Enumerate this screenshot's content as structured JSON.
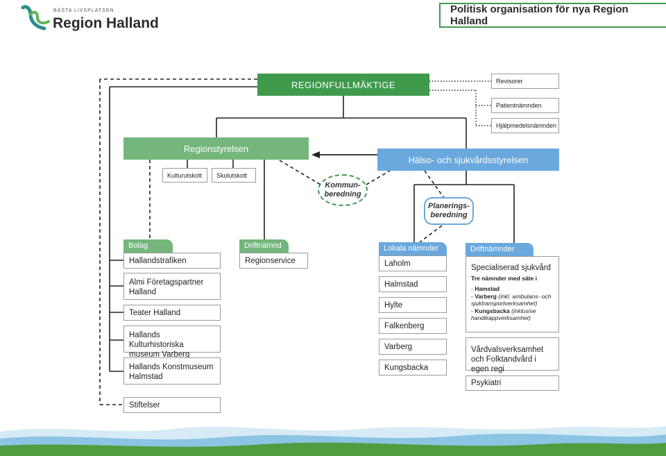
{
  "logo": {
    "tagline": "BÄSTA LIVSPLATSEN",
    "name": "Region Halland"
  },
  "header": {
    "title": "Politisk organisation för nya Region Halland"
  },
  "top": {
    "fullmaktige": "REGIONFULLMÄKTIGE",
    "side_boxes": [
      "Revisorer",
      "Patientnämnden",
      "Hjälpmedelsnämnden"
    ]
  },
  "regionstyrelsen": {
    "title": "Regionstyrelsen",
    "utskott": [
      "Kulturutskott",
      "Skolutskott"
    ]
  },
  "halso": {
    "title": "Hälso- och sjukvårdsstyrelsen"
  },
  "kommunberedning": {
    "line1": "Kommun-",
    "line2": "beredning"
  },
  "planeringsberedning": {
    "line1": "Planerings-",
    "line2": "beredning"
  },
  "bolag": {
    "tab": "Bolag",
    "items": [
      "Hallandstrafiken",
      "Almi Företagspartner Halland",
      "Teater Halland",
      "Hallands Kulturhistoriska museum Varberg",
      "Hallands Konstmuseum Halmstad"
    ]
  },
  "stiftelser": "Stiftelser",
  "driftnamnd": {
    "tab": "Driftnämnd",
    "items": [
      "Regionservice"
    ]
  },
  "lokala": {
    "tab": "Lokala nämnder",
    "items": [
      "Laholm",
      "Halmstad",
      "Hylte",
      "Falkenberg",
      "Varberg",
      "Kungsbacka"
    ]
  },
  "driftnamnder": {
    "tab": "Driftnämnder",
    "spec_title": "Specialiserad sjukvård",
    "spec_sub": "Tre nämnder med säte i",
    "spec_list": [
      {
        "name": "Hamstad",
        "note": ""
      },
      {
        "name": "Varberg",
        "note": "(inkl. ambulans- och sjuktransportverksamhet)"
      },
      {
        "name": "Kungsbacka",
        "note": "(inklusive handikappverksamhet)"
      }
    ],
    "vardval": "Vårdvalsverksamhet och Folktandvård i egen regi",
    "psykiatri": "Psykiatri"
  },
  "colors": {
    "dark_green": "#3f9a4c",
    "light_green": "#74b67c",
    "blue": "#6aa8de",
    "logo_teal": "#2a8f8a"
  }
}
